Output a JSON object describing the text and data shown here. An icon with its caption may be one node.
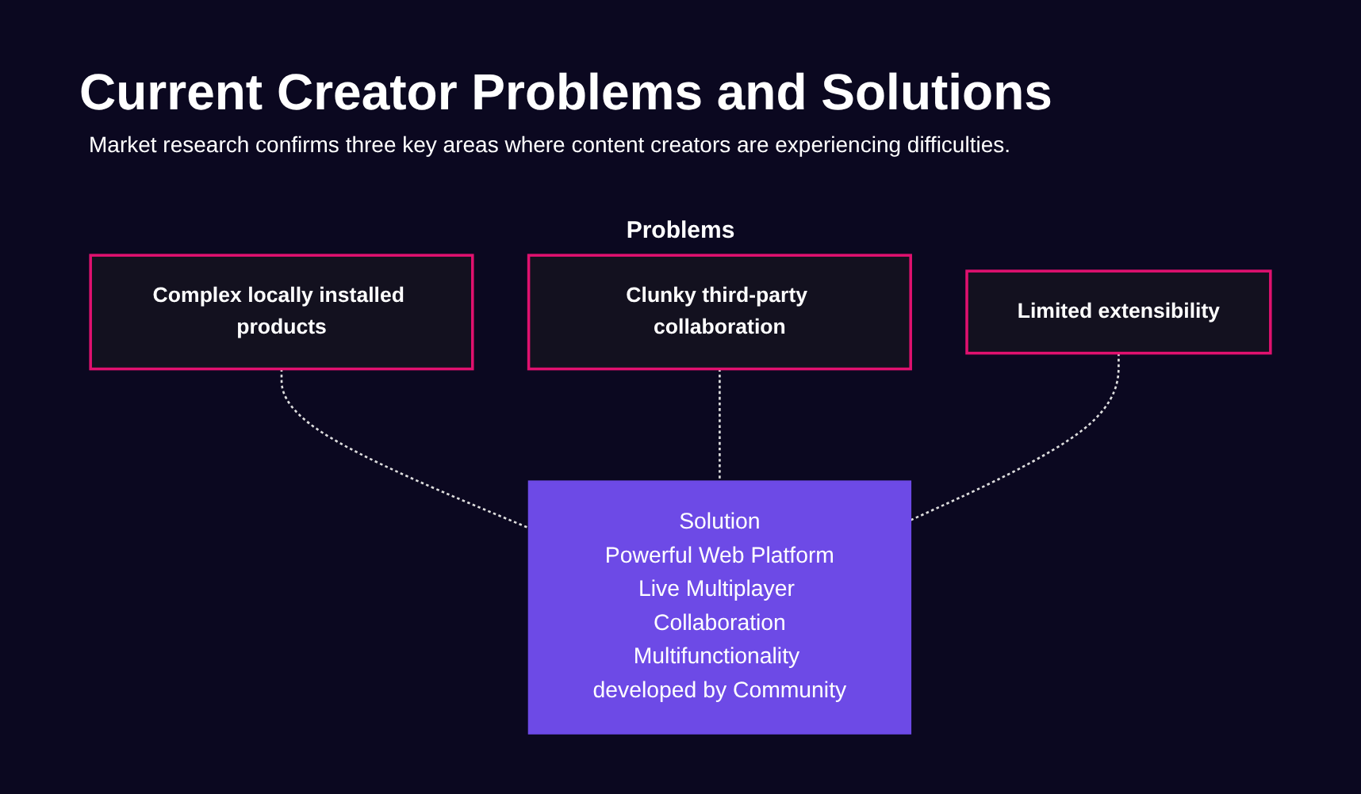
{
  "diagram": {
    "title": "Current Creator Problems and Solutions",
    "nodes": [
      {
        "text": [
          "Complex locally installed products"
        ]
      },
      {
        "text": [
          "Clunky third-party collaboration"
        ]
      },
      {
        "text": [
          "Limited extensibility"
        ]
      },
      {
        "text": [
          "Solution",
          "Powerful Web Platform",
          "Live Multiplayer Collaboration",
          "Multifunctionality developed by Community"
        ]
      }
    ],
    "edges": [
      {
        "from": 0,
        "to": 3,
        "arrow": "none",
        "style": "dashed"
      },
      {
        "from": 1,
        "to": 3,
        "arrow": "none",
        "style": "dashed"
      },
      {
        "from": 2,
        "to": 3,
        "arrow": "none",
        "style": "dashed"
      }
    ],
    "labels": [
      "Market research confirms three key areas where content creators are experiencing difficulties.",
      "Problems"
    ]
  }
}
